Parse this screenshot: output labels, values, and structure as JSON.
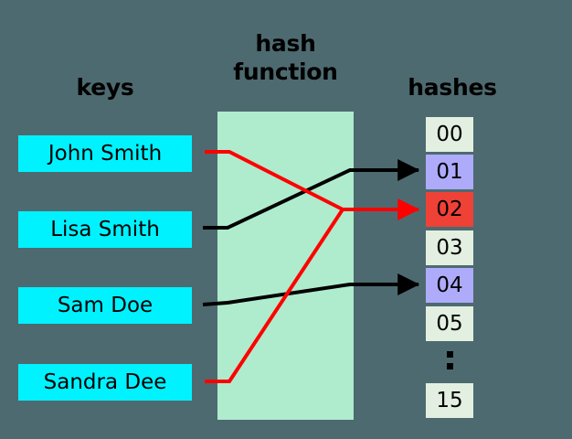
{
  "diagram": {
    "title": "hash function mapping keys to hashes with a collision",
    "background_color": "#4d6a70"
  },
  "columns": {
    "keys_title": "keys",
    "hash_function_title_line1": "hash",
    "hash_function_title_line2": "function",
    "hashes_title": "hashes"
  },
  "keys": [
    {
      "label": "John Smith",
      "wire_color": "#ff0000",
      "maps_to": "02"
    },
    {
      "label": "Lisa Smith",
      "wire_color": "#000000",
      "maps_to": "01"
    },
    {
      "label": "Sam Doe",
      "wire_color": "#000000",
      "maps_to": "04"
    },
    {
      "label": "Sandra Dee",
      "wire_color": "#ff0000",
      "maps_to": "02"
    }
  ],
  "key_box_color": "#00f2ff",
  "hash_function_box_color": "#aeeccd",
  "hashes": [
    {
      "label": "00",
      "state": "empty",
      "color": "#e3efe0"
    },
    {
      "label": "01",
      "state": "filled",
      "color": "#aeabfb"
    },
    {
      "label": "02",
      "state": "collision",
      "color": "#ef4136"
    },
    {
      "label": "03",
      "state": "empty",
      "color": "#e3efe0"
    },
    {
      "label": "04",
      "state": "filled",
      "color": "#aeabfb"
    },
    {
      "label": "05",
      "state": "empty",
      "color": "#e3efe0"
    },
    {
      "label": "15",
      "state": "empty",
      "color": "#e3efe0"
    }
  ],
  "ellipsis_symbol": ":",
  "wire_colors": {
    "normal": "#000000",
    "collision": "#ff0000"
  }
}
